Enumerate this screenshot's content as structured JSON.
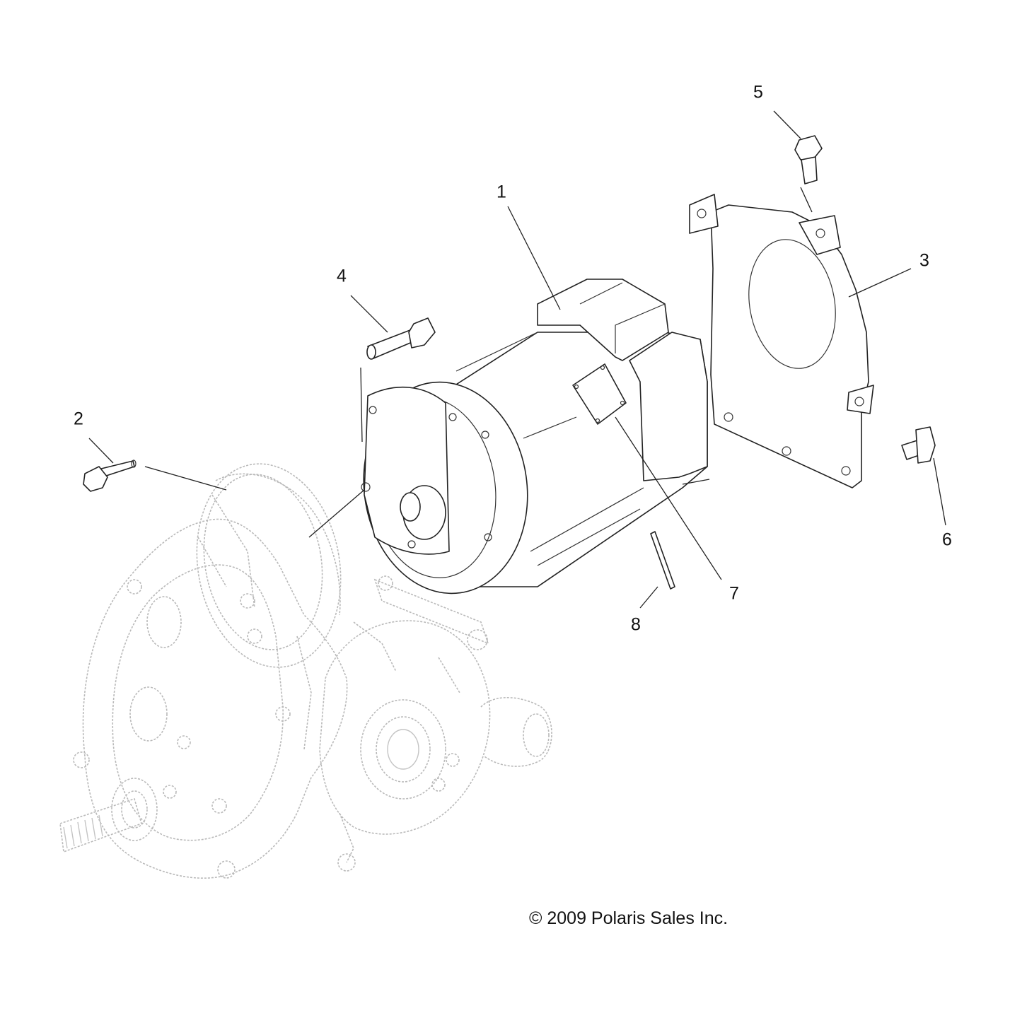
{
  "diagram": {
    "callouts": [
      {
        "id": "1",
        "label": "1"
      },
      {
        "id": "2",
        "label": "2"
      },
      {
        "id": "3",
        "label": "3"
      },
      {
        "id": "4",
        "label": "4"
      },
      {
        "id": "5",
        "label": "5"
      },
      {
        "id": "6",
        "label": "6"
      },
      {
        "id": "7",
        "label": "7"
      },
      {
        "id": "8",
        "label": "8"
      }
    ],
    "copyright": "© 2009 Polaris Sales Inc."
  }
}
